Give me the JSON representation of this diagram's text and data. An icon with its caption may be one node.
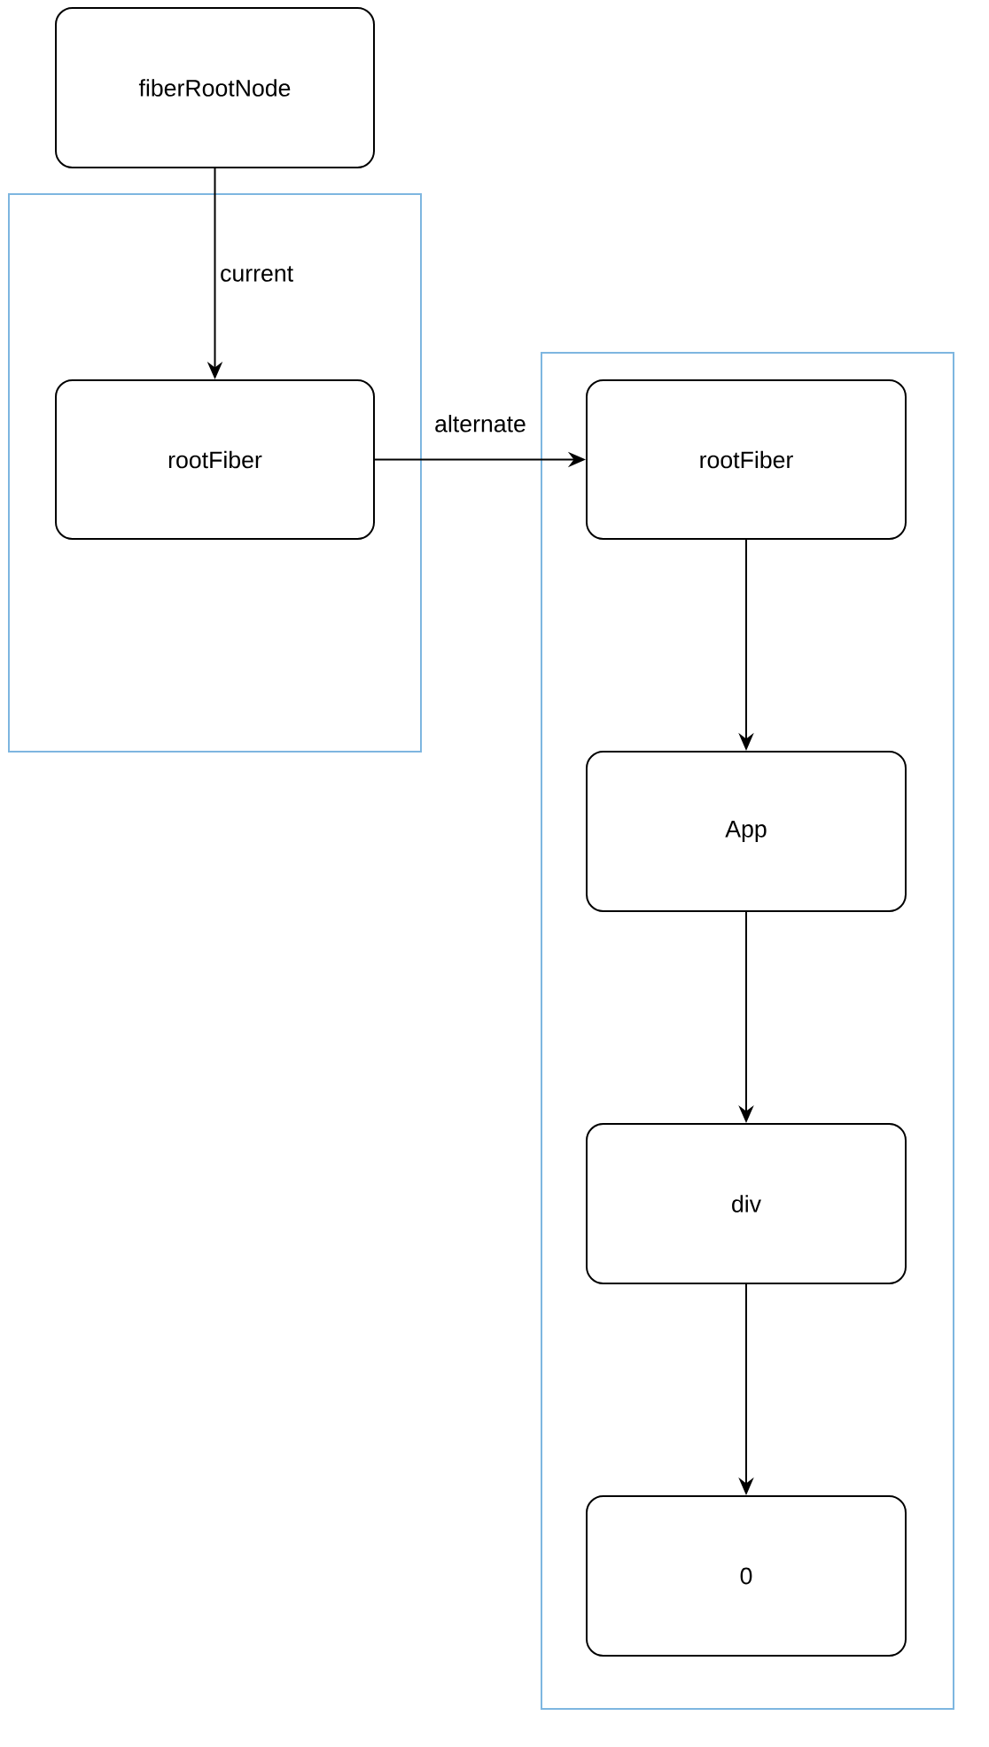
{
  "diagram": {
    "nodes": [
      {
        "text": [
          "fiberRootNode"
        ]
      },
      {
        "text": [],
        "shape": "box"
      },
      {
        "text": [
          "rootFiber"
        ],
        "in": 1
      },
      {
        "text": [],
        "shape": "box"
      },
      {
        "text": [
          "rootFiber"
        ],
        "in": 3
      },
      {
        "text": [
          "App"
        ],
        "in": 3
      },
      {
        "text": [
          "div"
        ],
        "in": 3
      },
      {
        "text": [
          "0"
        ],
        "in": 3
      }
    ],
    "edges": [
      {
        "from": 0,
        "to": 2,
        "arrow": "to",
        "label": "current"
      },
      {
        "from": 2,
        "to": 4,
        "arrow": "to",
        "label": "alternate"
      },
      {
        "from": 4,
        "to": 5,
        "arrow": "to"
      },
      {
        "from": 5,
        "to": 6,
        "arrow": "to"
      },
      {
        "from": 6,
        "to": 7,
        "arrow": "to"
      }
    ]
  }
}
